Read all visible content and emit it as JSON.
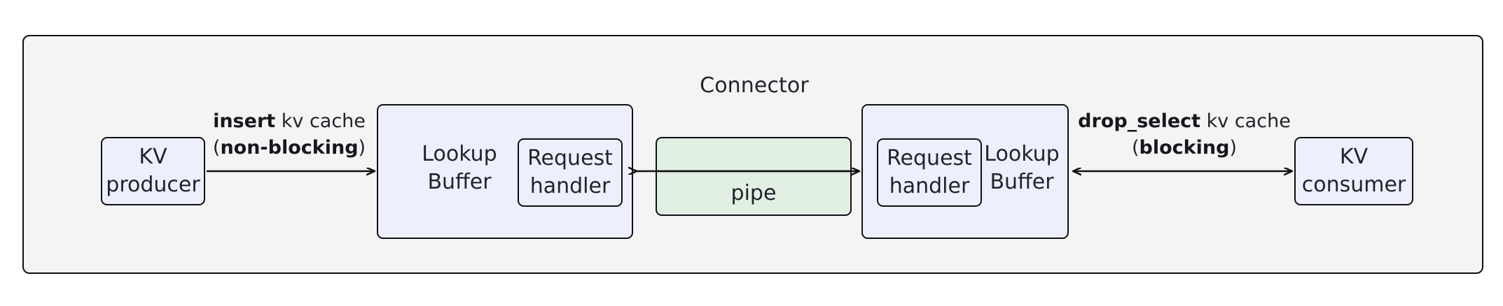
{
  "diagram": {
    "container": {
      "title": "Connector",
      "fill": "#f4f4f4",
      "stroke": "#101014"
    },
    "colors": {
      "node_fill": "#edf0fc",
      "pipe_fill": "#e2f0e3",
      "stroke": "#101014",
      "text": "#22232b",
      "background": "#ffffff"
    },
    "nodes": {
      "kv_producer": {
        "line1": "KV",
        "line2": "producer"
      },
      "buffer_left": {
        "line1": "Lookup",
        "line2": "Buffer"
      },
      "handler_left": {
        "line1": "Request",
        "line2": "handler"
      },
      "pipe": {
        "label": "pipe"
      },
      "buffer_right": {
        "line1": "Lookup",
        "line2": "Buffer"
      },
      "handler_right": {
        "line1": "Request",
        "line2": "handler"
      },
      "kv_consumer": {
        "line1": "KV",
        "line2": "consumer"
      }
    },
    "edges": {
      "insert": {
        "line1_bold": "insert",
        "line1_rest": " kv cache",
        "line2_open": "(",
        "line2_bold": "non-blocking",
        "line2_close": ")",
        "direction": "right"
      },
      "drop_select": {
        "line1_bold": "drop_select",
        "line1_rest": " kv cache",
        "line2_open": "(",
        "line2_bold": "blocking",
        "line2_close": ")",
        "direction": "both"
      }
    }
  }
}
